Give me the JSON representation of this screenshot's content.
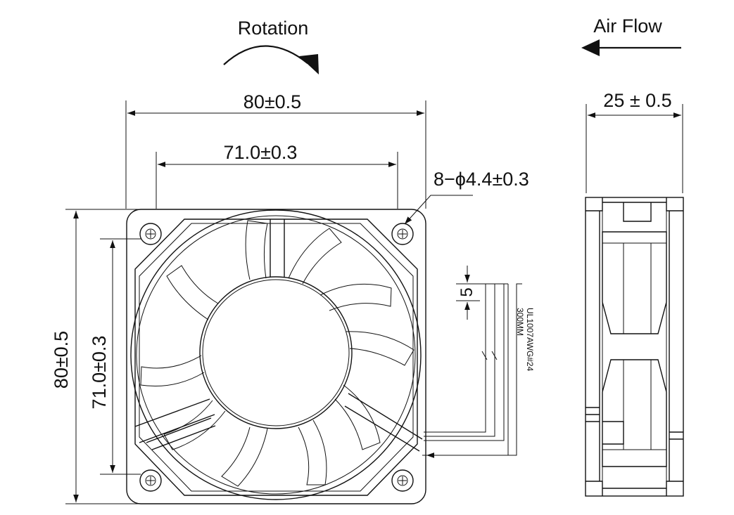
{
  "labels": {
    "rotation": "Rotation",
    "air_flow": "Air Flow",
    "width_overall": "80±0.5",
    "hole_spacing_h": "71.0±0.3",
    "height_overall": "80±0.5",
    "hole_spacing_v": "71.0±0.3",
    "depth": "25 ± 0.5",
    "mount_holes": "8−ϕ4.4±0.3",
    "wire_strip": "5",
    "wire_spec": "UL1007AWG#24",
    "wire_length": "300MM"
  }
}
